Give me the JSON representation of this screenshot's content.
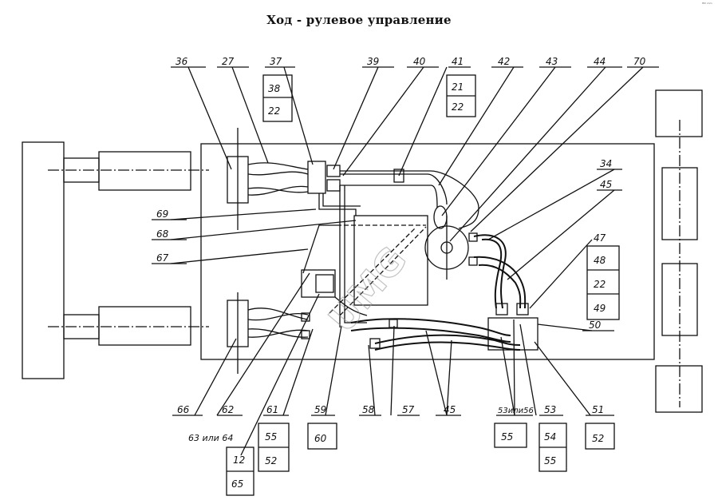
{
  "title": "Ход - рулевое управление",
  "corner_mark": "ᴴᴰ ᵐᵐ",
  "watermark": "UMG",
  "callouts": {
    "c36": "36",
    "c27": "27",
    "c37": "37",
    "c38": "38",
    "c22a": "22",
    "c39": "39",
    "c40": "40",
    "c41": "41",
    "c21": "21",
    "c22b": "22",
    "c42": "42",
    "c43": "43",
    "c44": "44",
    "c70": "70",
    "c34": "34",
    "c45a": "45",
    "c47": "47",
    "c48": "48",
    "c22c": "22",
    "c49": "49",
    "c50": "50",
    "c69": "69",
    "c68": "68",
    "c67": "67",
    "c66": "66",
    "c62": "62",
    "c63_64": "63 или 64",
    "c61": "61",
    "c55a": "55",
    "c52a": "52",
    "c12": "12",
    "c65": "65",
    "c59": "59",
    "c60": "60",
    "c58": "58",
    "c57": "57",
    "c45b": "45",
    "c53_56": "53или56",
    "c55b": "55",
    "c53": "53",
    "c54": "54",
    "c55c": "55",
    "c51": "51",
    "c52b": "52"
  }
}
